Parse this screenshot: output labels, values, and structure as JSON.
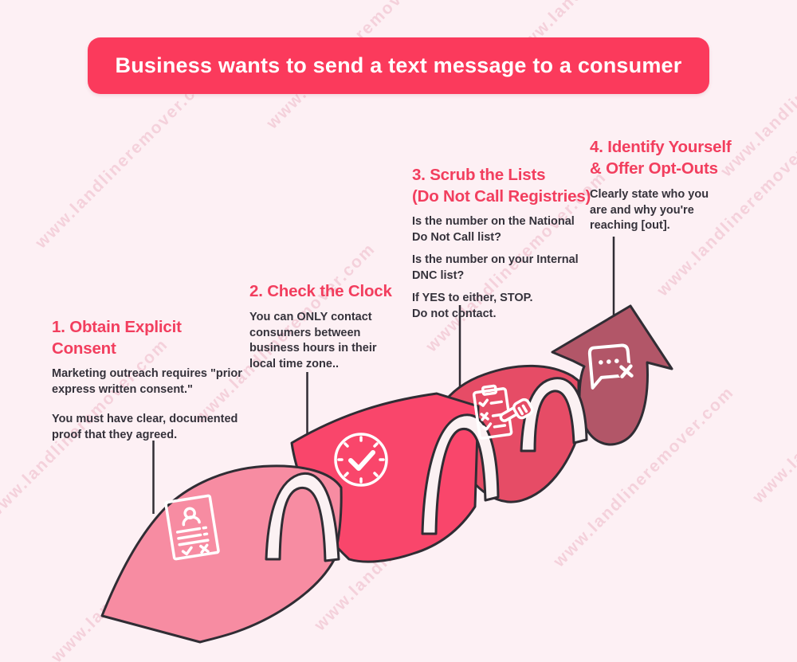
{
  "banner": {
    "title": "Business wants to send a text message to a consumer"
  },
  "watermark_text": "www.landlineremover.com",
  "steps": [
    {
      "heading_lines": [
        "1. Obtain Explicit",
        "Consent"
      ],
      "paragraphs": [
        "Marketing outreach requires \"prior express written consent.\"",
        "You must have clear, documented proof that they agreed."
      ],
      "icon": "consent-document-icon"
    },
    {
      "heading_lines": [
        "2. Check the Clock"
      ],
      "paragraphs": [
        "You can ONLY contact consumers between business hours in their local time zone.."
      ],
      "icon": "clock-check-icon"
    },
    {
      "heading_lines": [
        "3. Scrub the Lists",
        "(Do Not Call Registries)"
      ],
      "paragraphs": [
        "Is the number on the National Do Not Call list?",
        "Is the number on your Internal DNC list?",
        "If YES to either, STOP. Do not contact."
      ],
      "icon": "checklist-hand-icon"
    },
    {
      "heading_lines": [
        "4. Identify Yourself",
        "& Offer Opt-Outs"
      ],
      "paragraphs": [
        "Clearly state who you are and why you're reaching [out]."
      ],
      "icon": "message-optout-icon"
    }
  ],
  "colors": {
    "background": "#FDF0F4",
    "banner-bg": "#FB3A5C",
    "banner-text": "#FFFFFF",
    "heading": "#F23E5E",
    "body-text": "#35323B",
    "outline": "#302D34",
    "seg1": "#F78CA2",
    "seg2": "#F9466B",
    "seg3": "#E64C66",
    "seg4": "#B25668",
    "underside": "#FBF1F3",
    "icon": "#FFFFFF",
    "watermark": "#EDB3C4"
  }
}
